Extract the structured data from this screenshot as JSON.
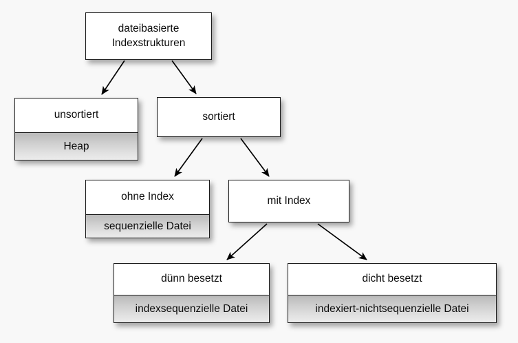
{
  "diagram": {
    "title": "dateibasierte Indexstrukturen",
    "background_color": "#f8f8f8",
    "node_fill_color": "#ffffff",
    "node_body_fill_color": "#cfcfcf",
    "node_border_color": "#1a1a1a",
    "edge_color": "#000000",
    "nodes": [
      {
        "id": "root",
        "head": "dateibasierte\nIndexstrukturen",
        "body": null
      },
      {
        "id": "unsortiert",
        "head": "unsortiert",
        "body": "Heap"
      },
      {
        "id": "sortiert",
        "head": "sortiert",
        "body": null
      },
      {
        "id": "ohne-index",
        "head": "ohne Index",
        "body": "sequenzielle Datei"
      },
      {
        "id": "mit-index",
        "head": "mit Index",
        "body": null
      },
      {
        "id": "duenn-besetzt",
        "head": "dünn besetzt",
        "body": "indexsequenzielle Datei"
      },
      {
        "id": "dicht-besetzt",
        "head": "dicht besetzt",
        "body": "indexiert-nichtsequenzielle Datei"
      }
    ],
    "edges": [
      {
        "from": "root",
        "to": "unsortiert"
      },
      {
        "from": "root",
        "to": "sortiert"
      },
      {
        "from": "sortiert",
        "to": "ohne-index"
      },
      {
        "from": "sortiert",
        "to": "mit-index"
      },
      {
        "from": "mit-index",
        "to": "duenn-besetzt"
      },
      {
        "from": "mit-index",
        "to": "dicht-besetzt"
      }
    ]
  }
}
